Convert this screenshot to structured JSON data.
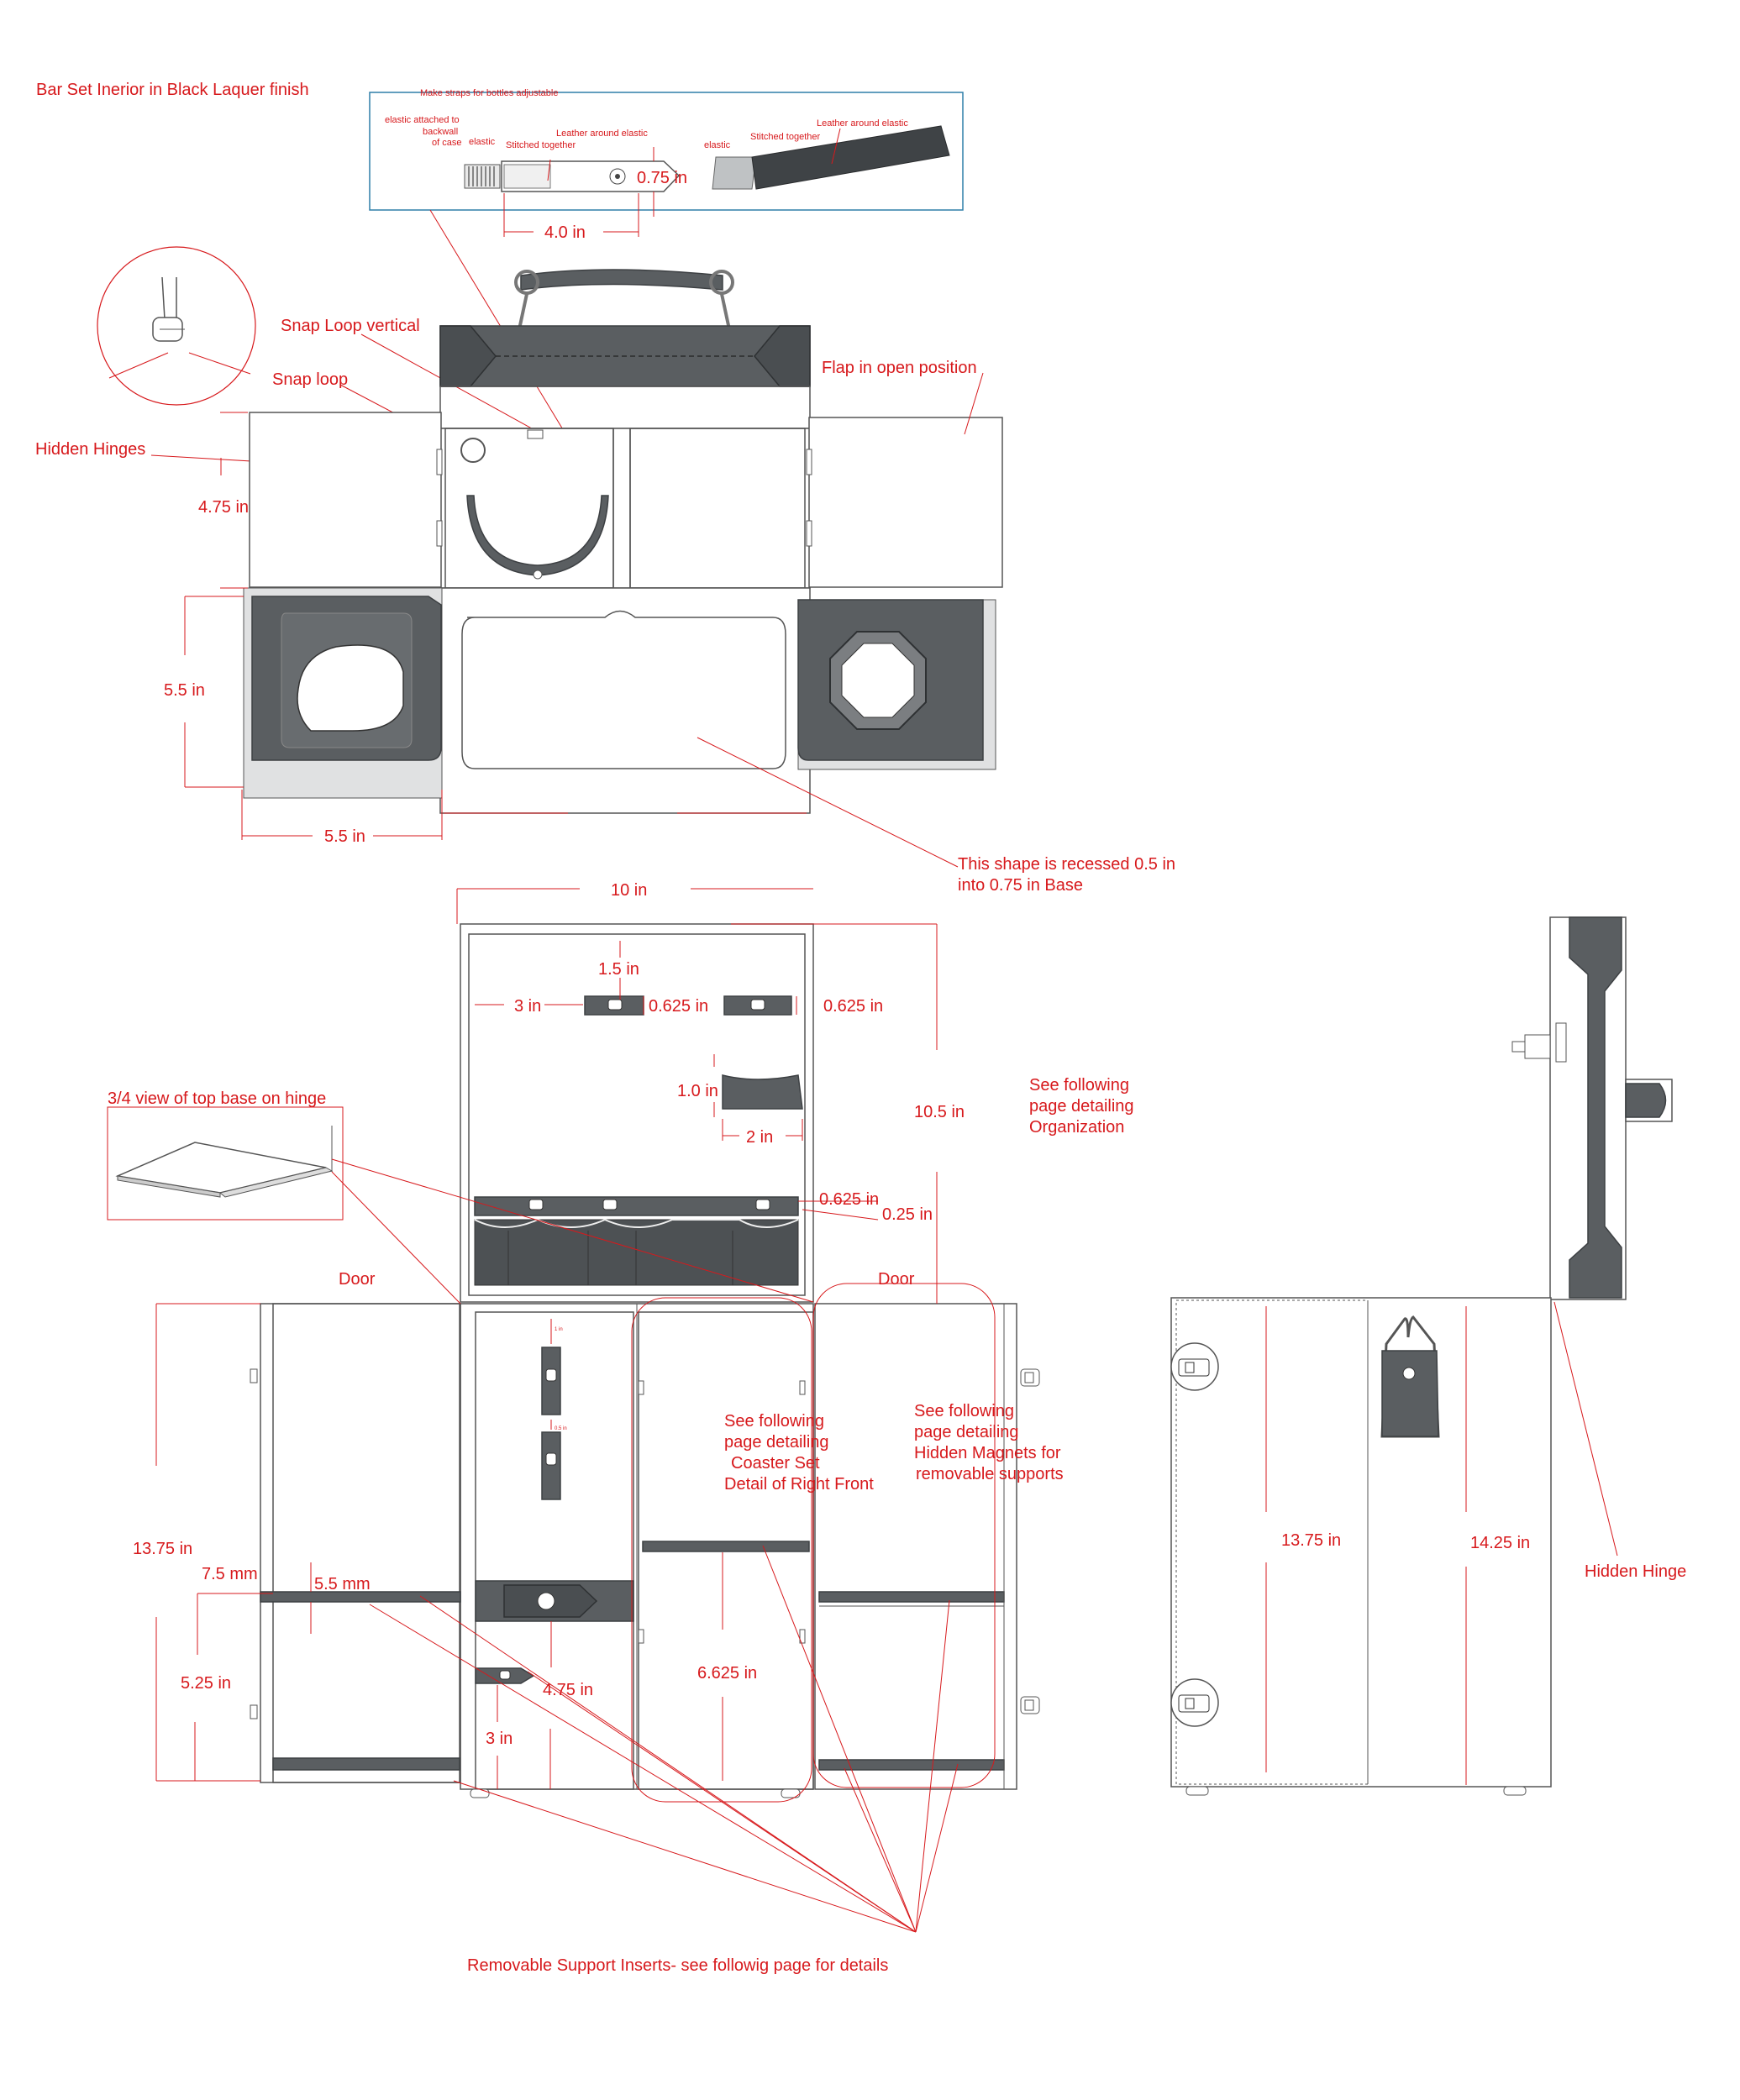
{
  "annotations": {
    "title": "Bar Set Inerior in Black Laquer finish",
    "strap_box_title": "Make straps for bottles adjustable",
    "elastic_attached": "elastic attached to",
    "backwall": "backwall",
    "of_case": "of case",
    "elastic_1": "elastic",
    "leather_around_1": "Leather around elastic",
    "stitched_1": "Stitched together",
    "elastic_2": "elastic",
    "stitched_2": "Stitched together",
    "leather_around_2": "Leather around elastic",
    "snap_loop_vertical": "Snap Loop vertical",
    "snap_loop": "Snap loop",
    "hidden_hinges": "Hidden Hinges",
    "flap_open": "Flap in open position",
    "recess_line1": "This shape is recessed 0.5 in",
    "recess_line2": "into 0.75 in Base",
    "top_base_view": "3/4 view of  top base on hinge",
    "see_org_1": "See following",
    "see_org_2": "page detailing",
    "see_org_3": "Organization",
    "door_left": "Door",
    "door_right": "Door",
    "coaster_1": "See following",
    "coaster_2": "page detailing",
    "coaster_3": "Coaster Set",
    "coaster_4": "Detail of Right Front",
    "magnets_1": "See following",
    "magnets_2": "page detailing",
    "magnets_3": "Hidden Magnets for",
    "magnets_4": "removable supports",
    "hidden_hinge": "Hidden Hinge",
    "removable_inserts": "Removable Support Inserts- see followig page for details"
  },
  "dimensions": {
    "d_075_strap": "0.75 in",
    "d_40": "4.0 in",
    "d_475_top": "4.75 in",
    "d_55_vert": "5.5 in",
    "d_55_horiz": "5.5 in",
    "d_10": "10 in",
    "d_15": "1.5 in",
    "d_3_left": "3 in",
    "d_0625_a": "0.625 in",
    "d_0625_b": "0.625 in",
    "d_10_small": "1.0 in",
    "d_2": "2 in",
    "d_105": "10.5 in",
    "d_0625_c": "0.625 in",
    "d_025": "0.25 in",
    "d_1375_left": "13.75 in",
    "d_75mm": "7.5 mm",
    "d_55mm": "5.5 mm",
    "d_525": "5.25 in",
    "d_475_mid": "4.75 in",
    "d_3_bottom": "3 in",
    "d_6625": "6.625 in",
    "d_1375_side": "13.75 in",
    "d_1425": "14.25 in",
    "d_1in_tiny": "1 in",
    "d_05in_tiny": "0.5 in"
  },
  "colors": {
    "annotation": "#d7191c",
    "leather": "#5a5e61",
    "outline": "#555555"
  }
}
